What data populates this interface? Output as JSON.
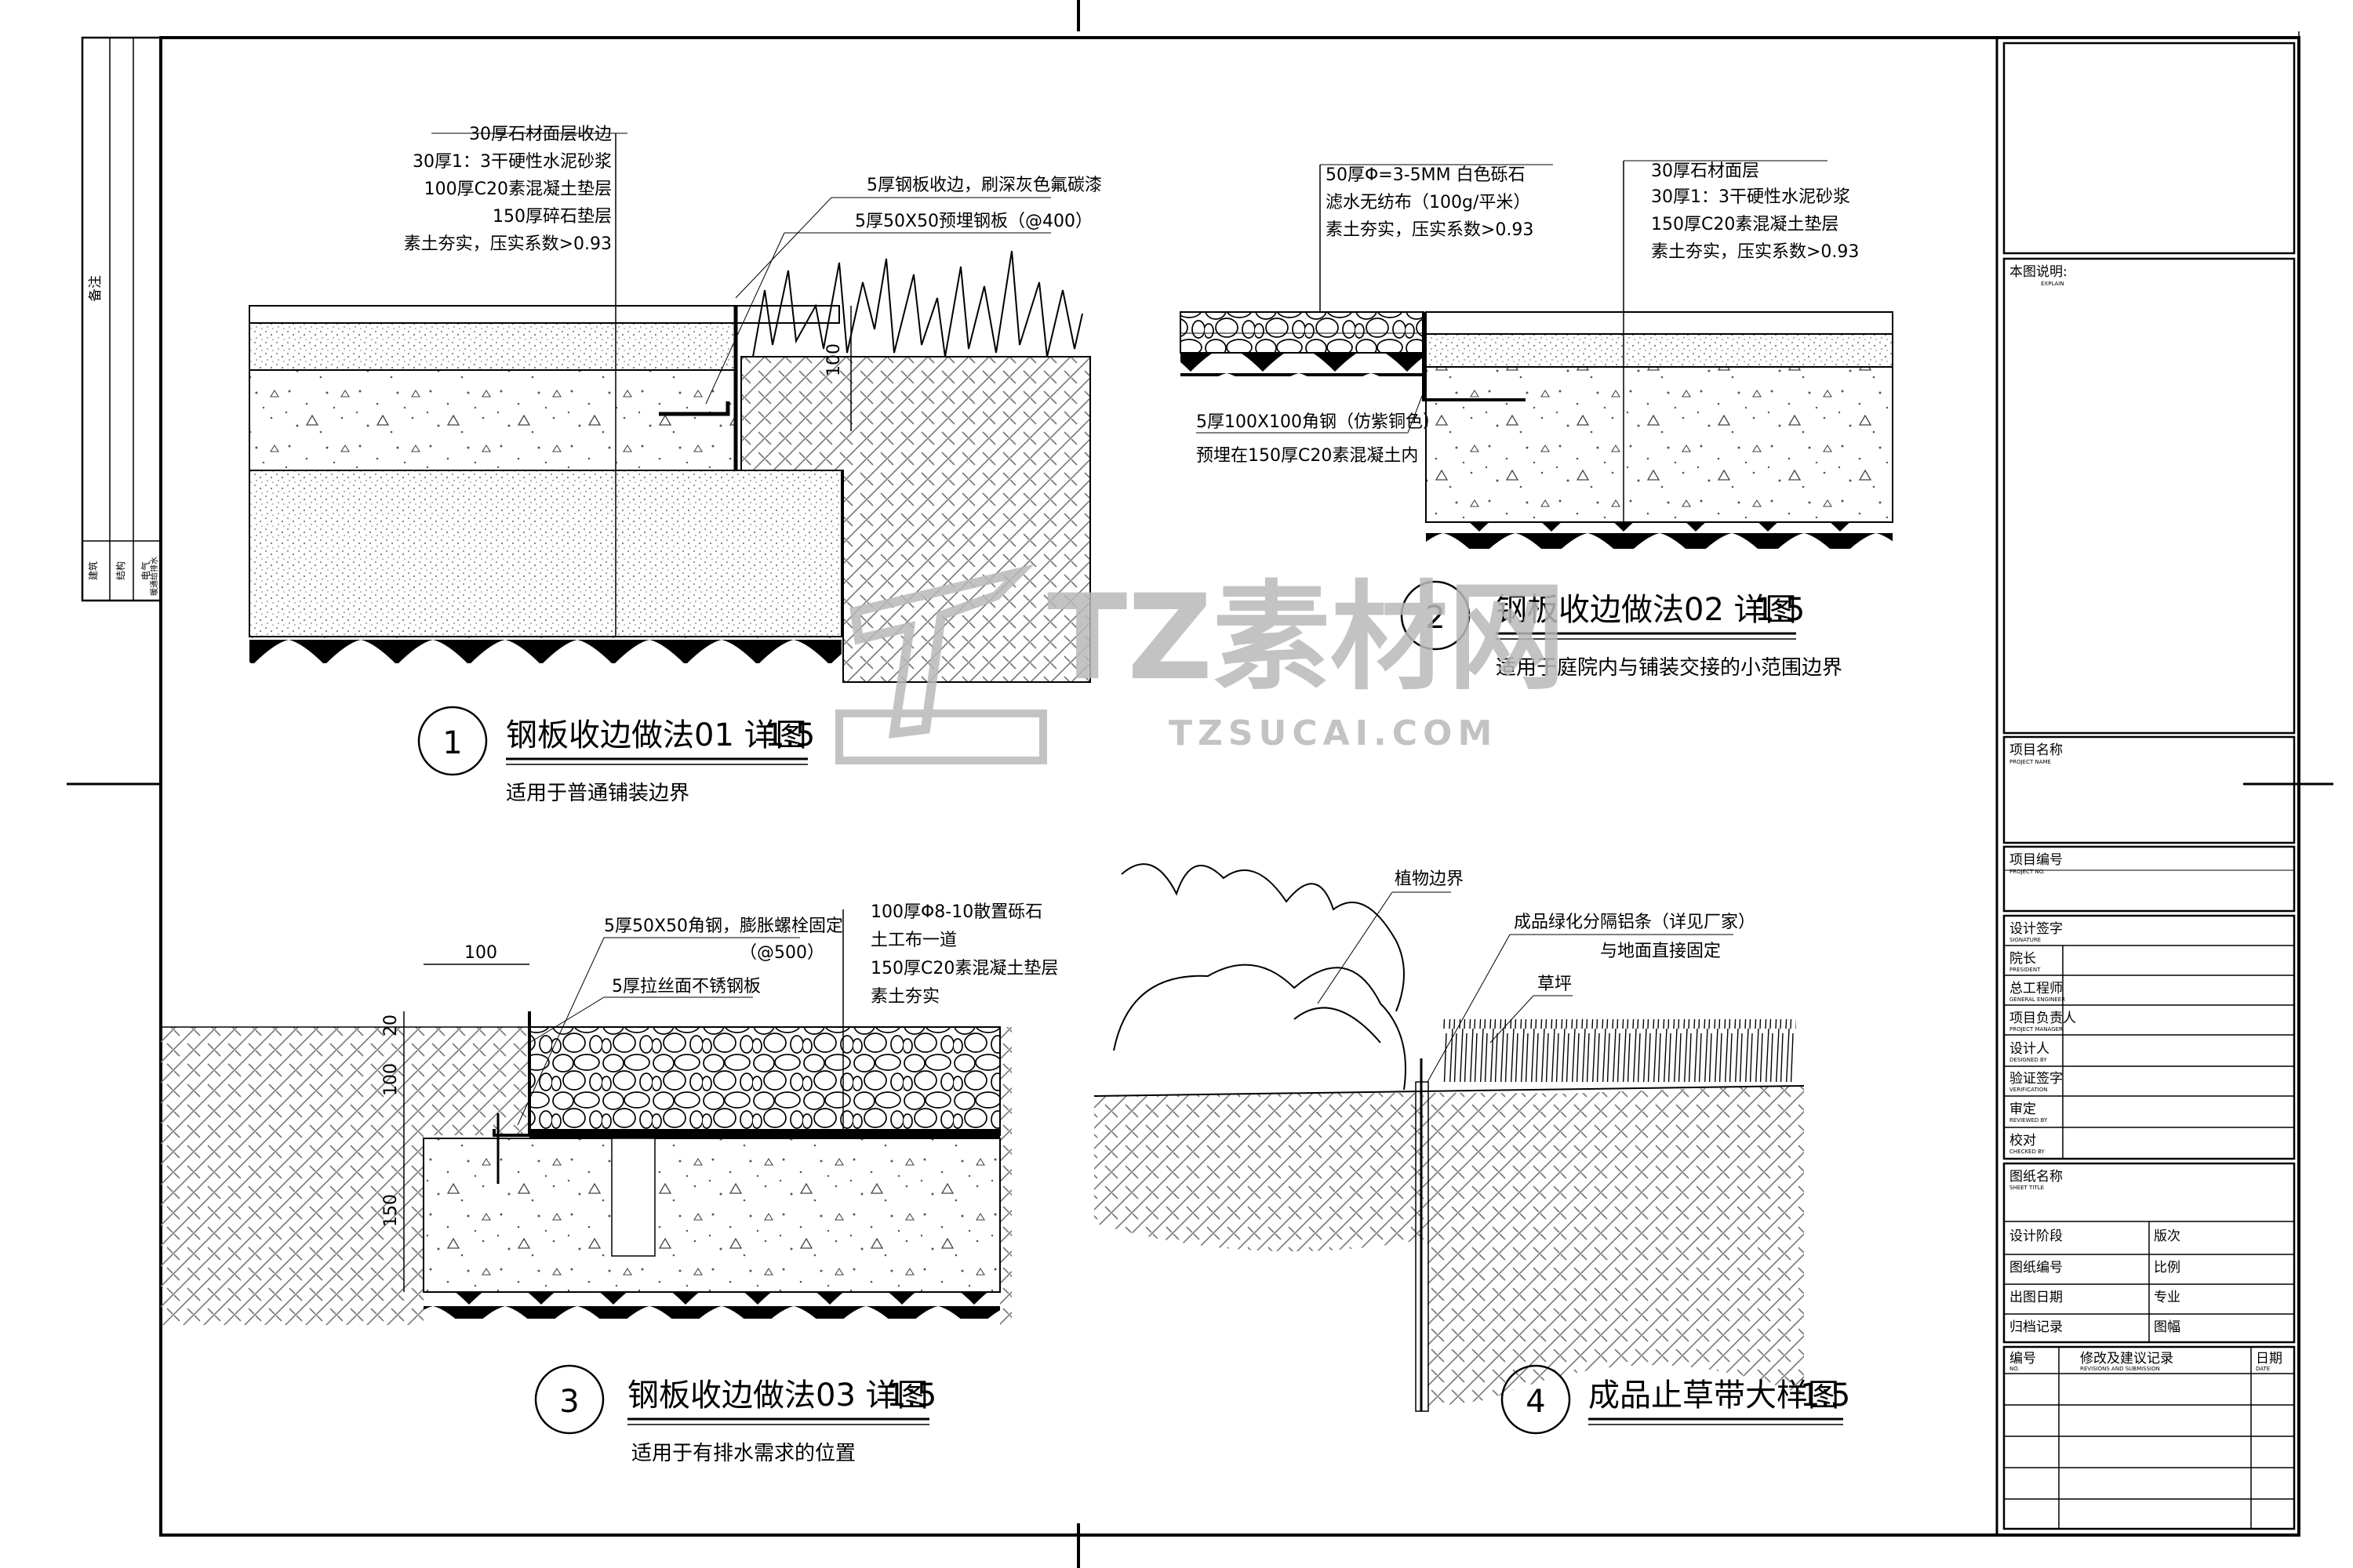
{
  "detail1": {
    "callouts": [
      "30厚石材面层收边",
      "30厚1：3干硬性水泥砂浆",
      "100厚C20素混凝土垫层",
      "150厚碎石垫层",
      "素土夯实，压实系数>0.93"
    ],
    "steel_callouts": [
      "5厚钢板收边，刷深灰色氟碳漆",
      "5厚50X50预埋钢板（@400）"
    ],
    "dim": "100",
    "number": "1",
    "title": "钢板收边做法01 详图",
    "scale": "1:5",
    "subtitle": "适用于普通铺装边界"
  },
  "detail2": {
    "left_callouts": [
      "50厚Φ=3-5MM 白色砾石",
      "滤水无纺布（100g/平米）",
      "素土夯实，压实系数>0.93"
    ],
    "right_callouts": [
      "30厚石材面层",
      "30厚1：3干硬性水泥砂浆",
      "150厚C20素混凝土垫层",
      "素土夯实，压实系数>0.93"
    ],
    "angle_note": [
      "5厚100X100角钢（仿紫铜色）",
      "预埋在150厚C20素混凝土内"
    ],
    "number": "2",
    "title": "钢板收边做法02 详图",
    "scale": "1:5",
    "subtitle": "适用于庭院内与铺装交接的小范围边界"
  },
  "detail3": {
    "left_callouts": [
      "5厚50X50角钢，膨胀螺栓固定",
      "（@500）",
      "5厚拉丝面不锈钢板"
    ],
    "right_callouts": [
      "100厚Φ8-10散置砾石",
      "土工布一道",
      "150厚C20素混凝土垫层",
      "素土夯实"
    ],
    "dims": [
      "100",
      "20",
      "100",
      "150"
    ],
    "number": "3",
    "title": "钢板收边做法03 详图",
    "scale": "1:5",
    "subtitle": "适用于有排水需求的位置"
  },
  "detail4": {
    "callouts": [
      "植物边界",
      "成品绿化分隔铝条（详见厂家）",
      "与地面直接固定",
      "草坪"
    ],
    "number": "4",
    "title": "成品止草带大样图",
    "scale": "1:5"
  },
  "watermark": {
    "main": "TZ素材网",
    "url": "TZSUCAI.COM"
  },
  "left_strip": {
    "top": "备注",
    "bottom": [
      "建筑",
      "结构",
      "电气",
      "暖通给排水"
    ]
  },
  "title_block": {
    "explain": "本图说明:",
    "explain_en": "EXPLAIN",
    "project_name": "项目名称",
    "project_name_en": "PROJECT NAME",
    "project_no": "项目编号",
    "project_no_en": "PROJECT NO.",
    "signature": "设计签字",
    "signature_en": "SIGNATURE",
    "roles": [
      "院长",
      "总工程师",
      "项目负责人",
      "设计人",
      "验证签字",
      "审定",
      "校对"
    ],
    "roles_en": [
      "PRESIDENT",
      "GENERAL ENGINEER",
      "PROJECT MANAGER",
      "DESIGNED BY",
      "VERIFICATION",
      "REVIEWED BY",
      "CHECKED BY"
    ],
    "sheet_title": "图纸名称",
    "sheet_title_en": "SHEET TITLE",
    "info_left": [
      "设计阶段",
      "图纸编号",
      "出图日期",
      "归档记录"
    ],
    "info_right": [
      "版次",
      "比例",
      "专业",
      "图幅"
    ],
    "rev_no": "编号",
    "rev_record": "修改及建议记录",
    "rev_date": "日期",
    "rev_no_en": "NO.",
    "rev_record_en": "REVISIONS AND SUBMISSION",
    "rev_date_en": "DATE"
  }
}
